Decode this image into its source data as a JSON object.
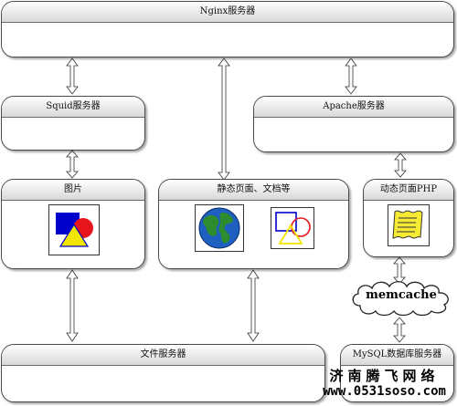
{
  "nodes": {
    "nginx": "Nginx服务器",
    "squid": "Squid服务器",
    "apache": "Apache服务器",
    "images": "图片",
    "static": "静态页面、文档等",
    "dynamic": "动态页面PHP",
    "file": "文件服务器",
    "mysql": "MySQL数据库服务器",
    "memcache": "memcache"
  },
  "watermark": {
    "line1": "济南腾飞网络",
    "line2": "www.0531soso.com"
  },
  "colors": {
    "box_border": "#4a4a4a",
    "arrow_fill": "#ffffff",
    "globe_ocean": "#1e5fbf",
    "globe_land": "#2e8b2e",
    "square_blue": "#0000cc",
    "circle_red": "#e8141b",
    "triangle_yellow": "#f2e600",
    "scroll_yellow": "#f6ea35"
  }
}
